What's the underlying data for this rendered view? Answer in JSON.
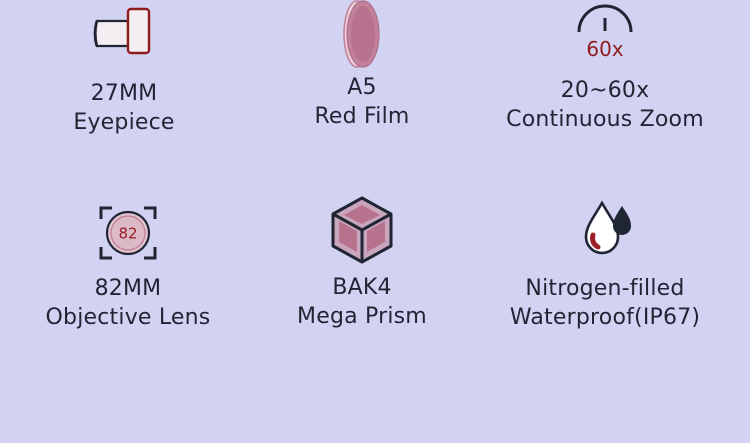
{
  "features": [
    {
      "line1": "27MM",
      "line2": "Eyepiece",
      "icon": "eyepiece-icon"
    },
    {
      "line1": "A5",
      "line2": "Red Film",
      "icon": "red-film-icon"
    },
    {
      "line1": "20~60x",
      "line2": "Continuous Zoom",
      "icon": "zoom-dial-icon",
      "icon_text": "60x"
    },
    {
      "line1": "82MM",
      "line2": "Objective Lens",
      "icon": "objective-lens-icon",
      "icon_text": "82"
    },
    {
      "line1": "BAK4",
      "line2": "Mega Prism",
      "icon": "prism-cube-icon"
    },
    {
      "line1": "Nitrogen-filled",
      "line2": "Waterproof(IP67)",
      "icon": "water-drops-icon"
    }
  ],
  "colors": {
    "background": "#d2d3f2",
    "text": "#1f2533",
    "accent": "#9b1f27",
    "fill": "#c1819a"
  }
}
